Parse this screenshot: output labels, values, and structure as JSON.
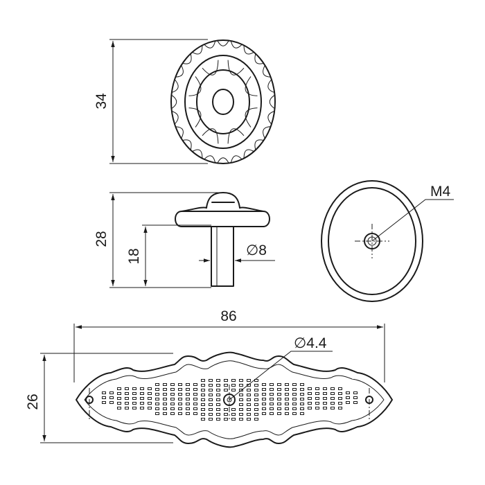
{
  "knob_top_view": {
    "height_dim": "34"
  },
  "knob_side_view": {
    "total_height_dim": "28",
    "shank_height_dim": "18",
    "shank_diameter_dim": "∅8"
  },
  "knob_bottom_view": {
    "thread_label": "M4"
  },
  "backplate": {
    "length_dim": "86",
    "height_dim": "26",
    "hole_diameter_dim": "∅4.4"
  }
}
